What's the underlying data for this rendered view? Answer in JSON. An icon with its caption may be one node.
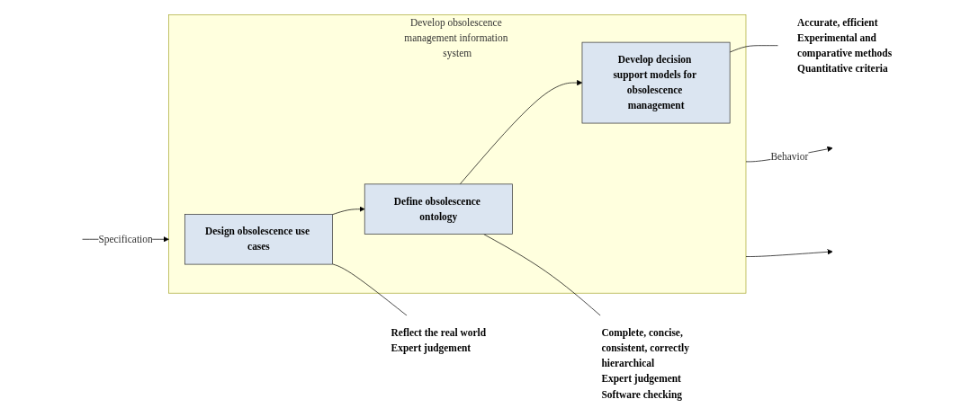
{
  "diagram": {
    "nodes": [
      {
        "text": [
          "Develop obsolescence management information system"
        ]
      },
      {
        "text": [
          "Design obsolescence use cases"
        ],
        "in": 0
      },
      {
        "text": [
          "Define obsolescence ontology"
        ],
        "in": 0
      },
      {
        "text": [
          "Develop decision support models for obsolescence management"
        ],
        "in": 0
      },
      {
        "text": [
          "Reflect the real world",
          "Expert judgement"
        ]
      },
      {
        "text": [
          "Complete, concise, consistent, correctly hierarchical",
          "Expert judgement",
          "Software checking"
        ]
      },
      {
        "text": [
          "Accurate, efficient",
          "Experimental and comparative methods",
          "Quantitative criteria"
        ]
      }
    ],
    "edges": [
      {
        "from": null,
        "to": 0,
        "arrow": "to",
        "label": "Specification"
      },
      {
        "from": 1,
        "to": 2,
        "arrow": "to"
      },
      {
        "from": 2,
        "to": 3,
        "arrow": "to"
      },
      {
        "from": 0,
        "to": null,
        "arrow": "to",
        "label": "Behavior"
      },
      {
        "from": 0,
        "to": null,
        "arrow": "to"
      },
      {
        "from": 1,
        "to": 4,
        "arrow": "none"
      },
      {
        "from": 2,
        "to": 5,
        "arrow": "none"
      },
      {
        "from": 3,
        "to": 6,
        "arrow": "none"
      }
    ]
  }
}
